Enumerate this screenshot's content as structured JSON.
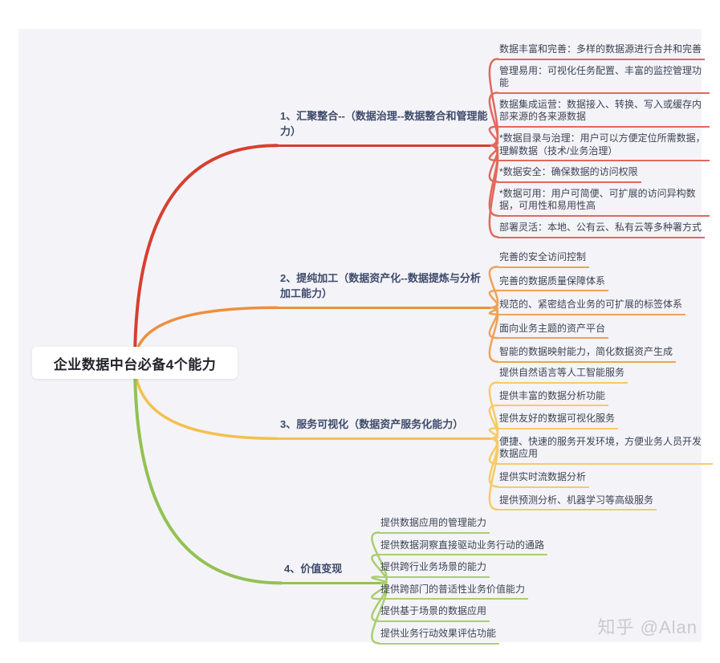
{
  "title": "企业数据中台必备4个能力",
  "watermark": "知乎 @Alan",
  "branches": [
    {
      "label": "1、汇聚整合--（数据治理--数据整合和管理能力）",
      "line_color": "#d6402f",
      "leaf_line_color": "#e2685c",
      "leaves": [
        "数据丰富和完善：多样的数据源进行合并和完善",
        "管理易用：可视化任务配置、丰富的监控管理功能",
        "数据集成运营：数据接入、转换、写入或缓存内部来源的各来源数据",
        "*数据目录与治理：用户可以方便定位所需数据，理解数据（技术/业务治理）",
        "*数据安全：确保数据的访问权限",
        "*数据可用：用户可简便、可扩展的访问异构数据，可用性和易用性高",
        "部署灵活：本地、公有云、私有云等多种署方式"
      ]
    },
    {
      "label": "2、提纯加工（数据资产化--数据提炼与分析加工能力）",
      "line_color": "#ee8f3e",
      "leaf_line_color": "#f0a155",
      "leaves": [
        "完善的安全访问控制",
        "完善的数据质量保障体系",
        "规范的、紧密结合业务的可扩展的标签体系",
        "面向业务主题的资产平台",
        "智能的数据映射能力，简化数据资产生成"
      ]
    },
    {
      "label": "3、服务可视化（数据资产服务化能力）",
      "line_color": "#f4c04e",
      "leaf_line_color": "#f6ca66",
      "leaves": [
        "提供自然语言等人工智能服务",
        "提供丰富的数据分析功能",
        "提供友好的数据可视化服务",
        "便捷、快速的服务开发环境，方便业务人员开发数据应用",
        "提供实时流数据分析",
        "提供预测分析、机器学习等高级服务"
      ]
    },
    {
      "label": "4、价值变现",
      "line_color": "#93c155",
      "leaf_line_color": "#aacd72",
      "leaves": [
        "提供数据应用的管理能力",
        "提供数据洞察直接驱动业务行动的通路",
        "提供跨行业务场景的能力",
        "提供跨部门的普适性业务价值能力",
        "提供基于场景的数据应用",
        "提供业务行动效果评估功能"
      ]
    }
  ]
}
